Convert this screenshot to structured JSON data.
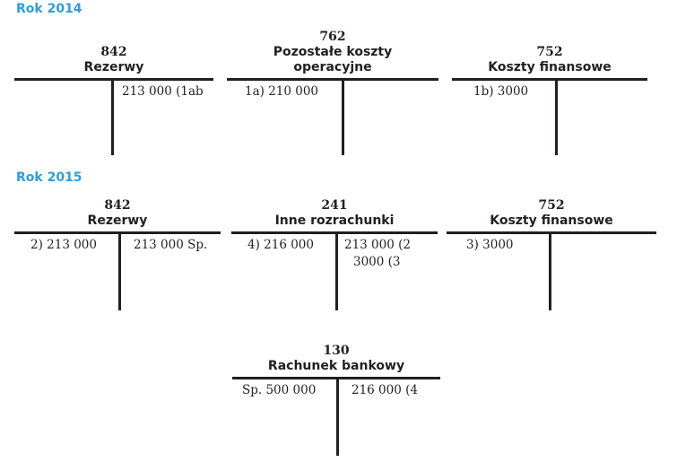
{
  "years": [
    {
      "label": "Rok 2014"
    },
    {
      "label": "Rok 2015"
    }
  ],
  "colors": {
    "year_label": "#2b9fd8",
    "line": "#231f20"
  },
  "accounts_2014": [
    {
      "number": "842",
      "name_lines": [
        "Rezerwy"
      ],
      "debit": [],
      "credit": [
        "213 000 (1ab"
      ]
    },
    {
      "number": "762",
      "name_lines": [
        "Pozostałe koszty",
        "operacyjne"
      ],
      "debit": [
        "1a) 210 000"
      ],
      "credit": []
    },
    {
      "number": "752",
      "name_lines": [
        "Koszty finansowe"
      ],
      "debit": [
        "1b) 3000"
      ],
      "credit": []
    }
  ],
  "accounts_2015": [
    {
      "number": "842",
      "name_lines": [
        "Rezerwy"
      ],
      "debit": [
        "2) 213 000"
      ],
      "credit": [
        "213 000 Sp."
      ]
    },
    {
      "number": "241",
      "name_lines": [
        "Inne rozrachunki"
      ],
      "debit": [
        "4) 216 000"
      ],
      "credit": [
        "213 000 (2",
        "3000 (3"
      ]
    },
    {
      "number": "752",
      "name_lines": [
        "Koszty finansowe"
      ],
      "debit": [
        "3) 3000"
      ],
      "credit": []
    },
    {
      "number": "130",
      "name_lines": [
        "Rachunek bankowy"
      ],
      "debit": [
        "Sp. 500 000"
      ],
      "credit": [
        "216 000 (4"
      ]
    }
  ]
}
